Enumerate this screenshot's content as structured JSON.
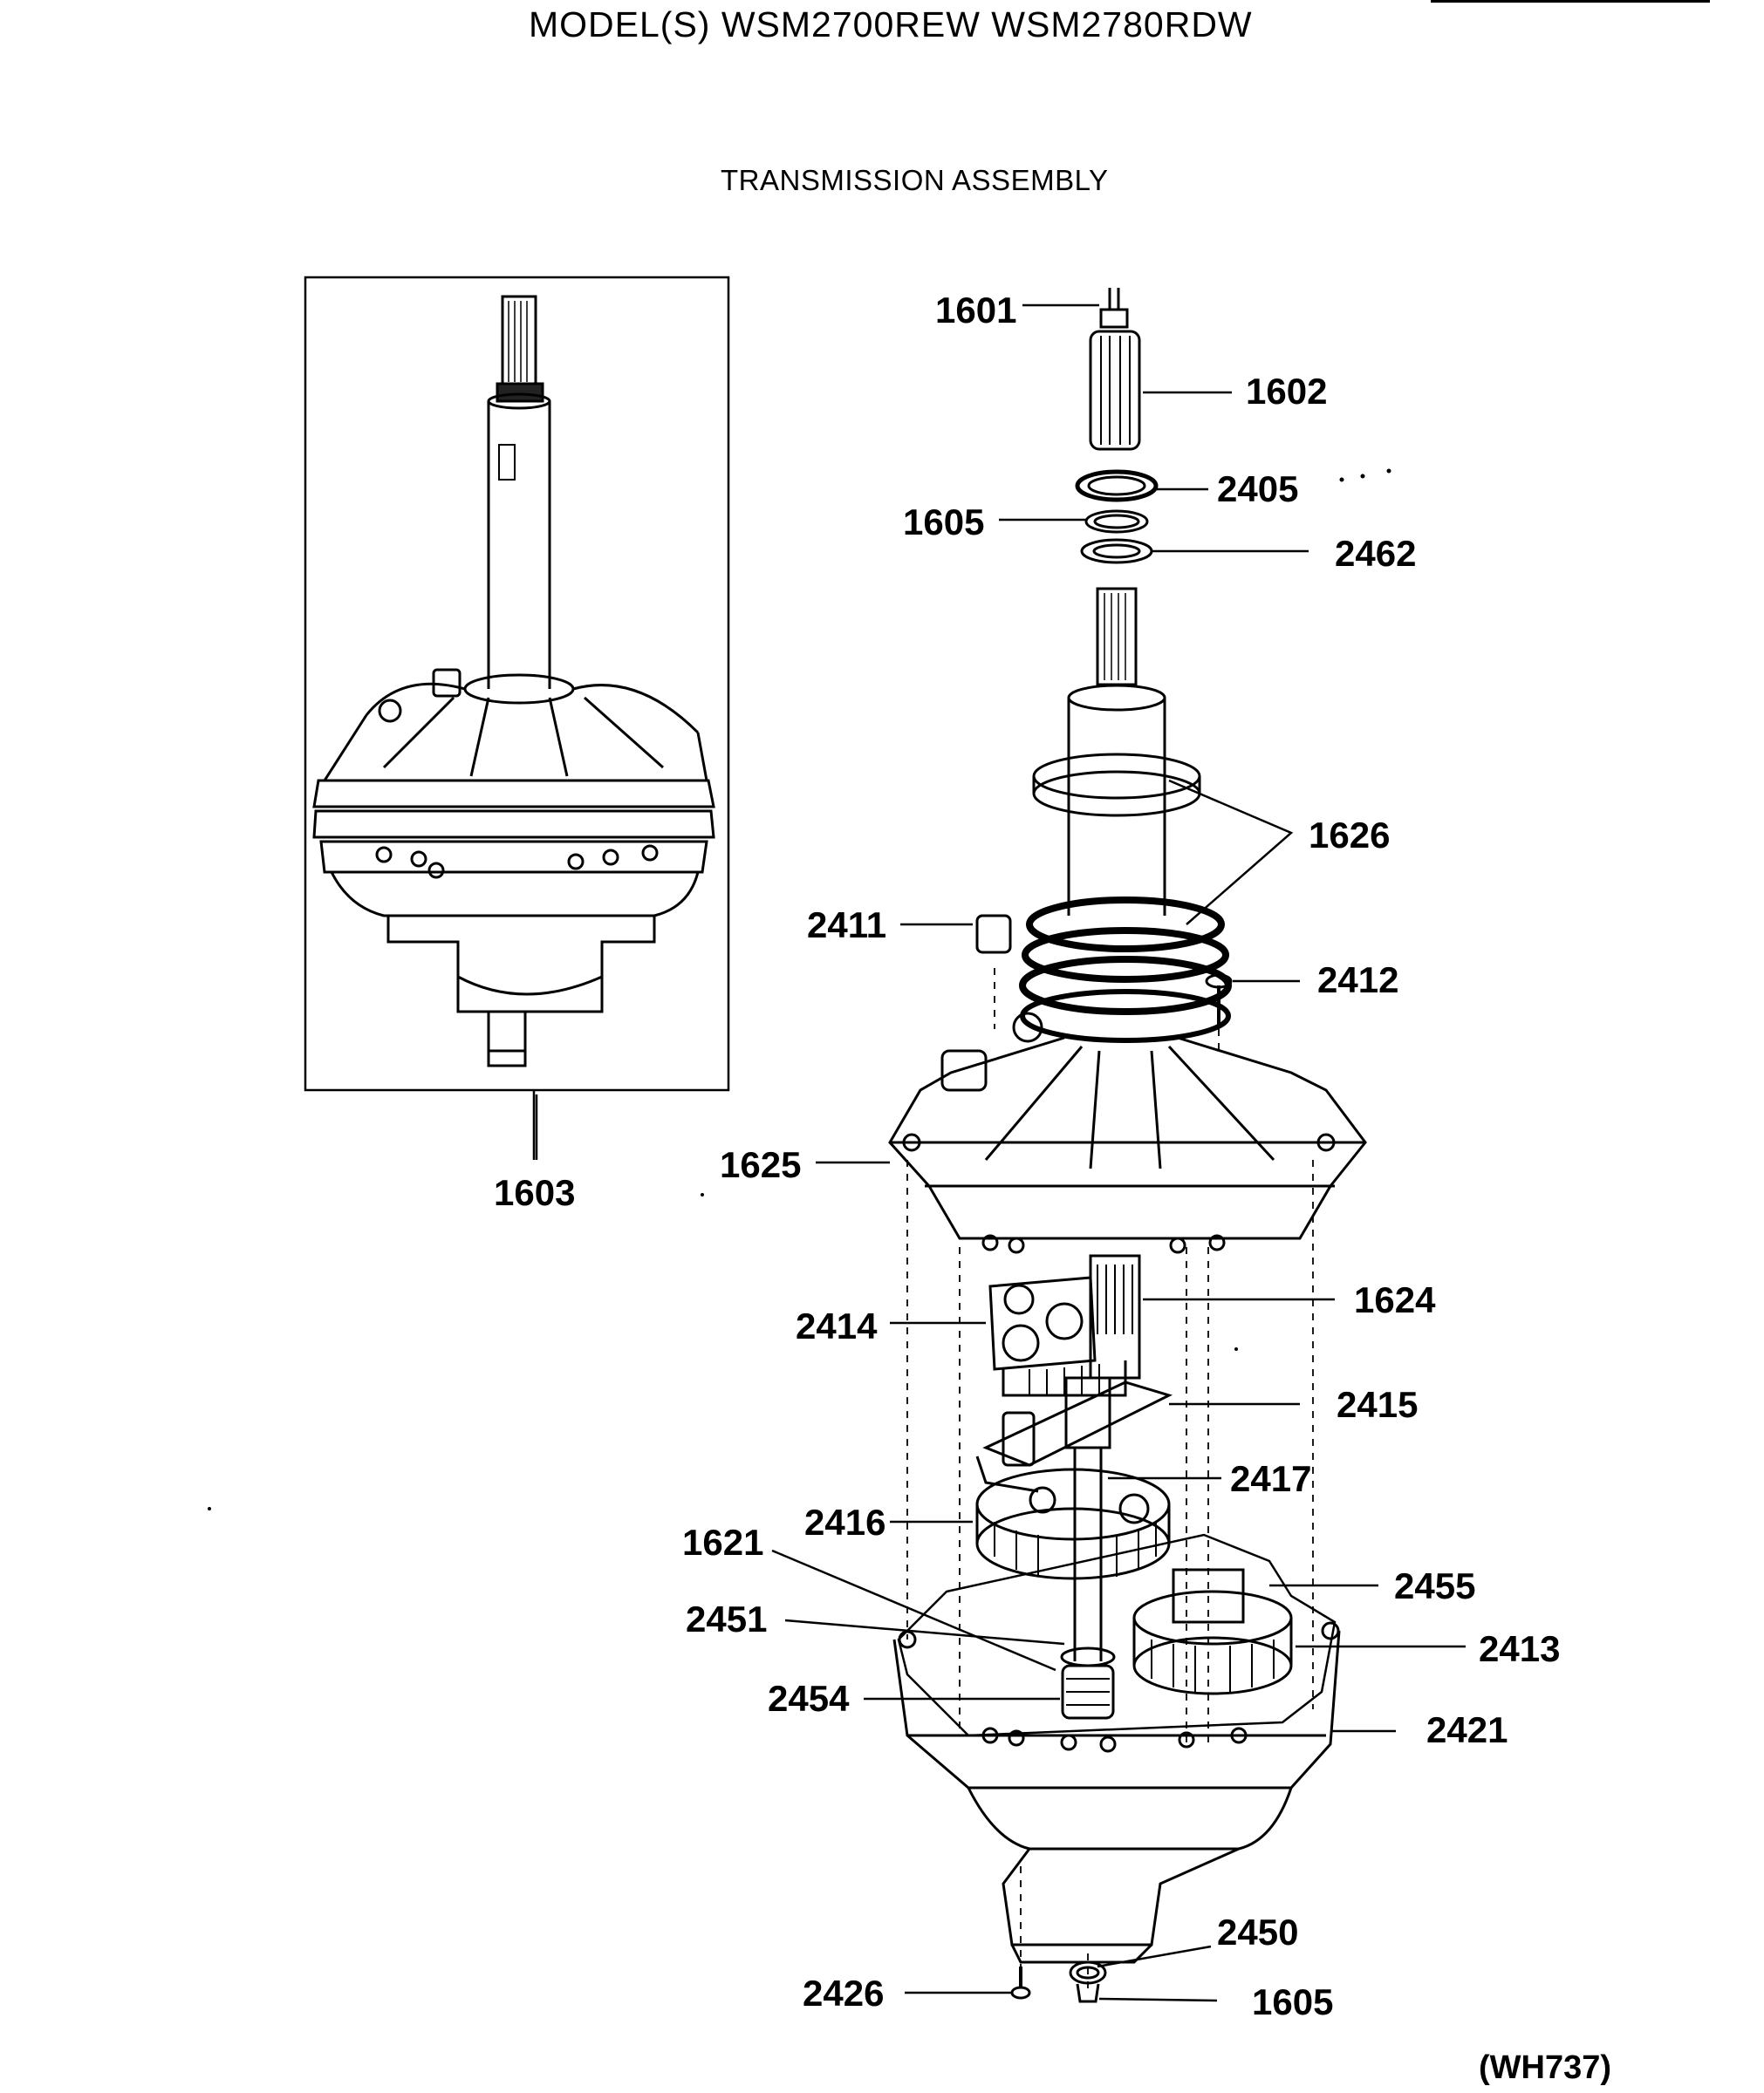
{
  "header": {
    "model_line": "MODEL(S) WSM2700REW  WSM2780RDW",
    "assembly_title": "TRANSMISSION ASSEMBLY"
  },
  "diagram_ref": "(WH737)",
  "parts": [
    {
      "id": "1601",
      "text": "1601"
    },
    {
      "id": "1602",
      "text": "1602"
    },
    {
      "id": "2405",
      "text": "2405"
    },
    {
      "id": "1605a",
      "text": "1605"
    },
    {
      "id": "2462",
      "text": "2462"
    },
    {
      "id": "1626",
      "text": "1626"
    },
    {
      "id": "2411",
      "text": "2411"
    },
    {
      "id": "2412",
      "text": "2412"
    },
    {
      "id": "1603",
      "text": "1603"
    },
    {
      "id": "1625",
      "text": "1625"
    },
    {
      "id": "1624",
      "text": "1624"
    },
    {
      "id": "2414",
      "text": "2414"
    },
    {
      "id": "2415",
      "text": "2415"
    },
    {
      "id": "2417",
      "text": "2417"
    },
    {
      "id": "2416",
      "text": "2416"
    },
    {
      "id": "1621",
      "text": "1621"
    },
    {
      "id": "2455",
      "text": "2455"
    },
    {
      "id": "2451",
      "text": "2451"
    },
    {
      "id": "2413",
      "text": "2413"
    },
    {
      "id": "2454",
      "text": "2454"
    },
    {
      "id": "2421",
      "text": "2421"
    },
    {
      "id": "2450",
      "text": "2450"
    },
    {
      "id": "2426",
      "text": "2426"
    },
    {
      "id": "1605b",
      "text": "1605"
    }
  ]
}
